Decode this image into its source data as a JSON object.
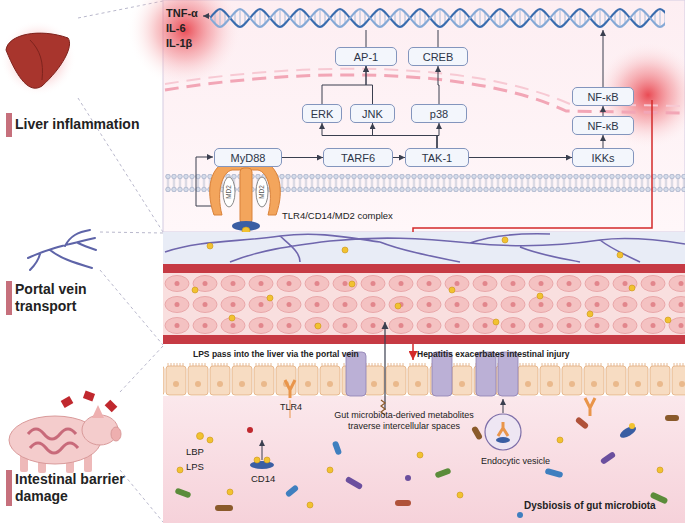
{
  "diagram": {
    "nodes": [
      {
        "text": [
          "AP-1"
        ]
      },
      {
        "text": [
          "CREB"
        ]
      },
      {
        "text": [
          "NF-κB"
        ]
      },
      {
        "text": [
          "ERK"
        ]
      },
      {
        "text": [
          "JNK"
        ]
      },
      {
        "text": [
          "p38"
        ]
      },
      {
        "text": [
          "NF-κB"
        ]
      },
      {
        "text": [
          "MyD88"
        ]
      },
      {
        "text": [
          "TARF6"
        ]
      },
      {
        "text": [
          "TAK-1"
        ]
      },
      {
        "text": [
          "IKKs"
        ]
      }
    ],
    "edges": [
      {
        "from": 7,
        "to": 8,
        "arrow": "to"
      },
      {
        "from": 8,
        "to": 9,
        "arrow": "to"
      },
      {
        "from": 9,
        "to": 10,
        "arrow": "to"
      },
      {
        "from": 10,
        "to": 6,
        "arrow": "to"
      },
      {
        "from": 6,
        "to": 2,
        "arrow": "to"
      },
      {
        "from": 9,
        "to": 3,
        "arrow": "to"
      },
      {
        "from": 9,
        "to": 4,
        "arrow": "to"
      },
      {
        "from": 9,
        "to": 5,
        "arrow": "to"
      },
      {
        "from": 3,
        "to": 0,
        "arrow": "to"
      },
      {
        "from": 4,
        "to": 0,
        "arrow": "to"
      },
      {
        "from": 5,
        "to": 1,
        "arrow": "to"
      }
    ],
    "labels": [
      "TNF-α",
      "IL-6",
      "IL-1β",
      "MD2",
      "MD2",
      "TLR4/CD14/MD2 complex",
      "Liver inflammation",
      "Portal vein transport",
      "LPS pass into the liver via the portal vein",
      "Hepatitis exacerbates intestinal injury",
      "TLR4",
      "Gut microbiota-derived metabolites traverse intercellular spaces",
      "LBP",
      "LPS",
      "CD14",
      "Endocytic vesicle",
      "Intestinal barrier damage",
      "Dysbiosis of gut microbiota"
    ]
  }
}
